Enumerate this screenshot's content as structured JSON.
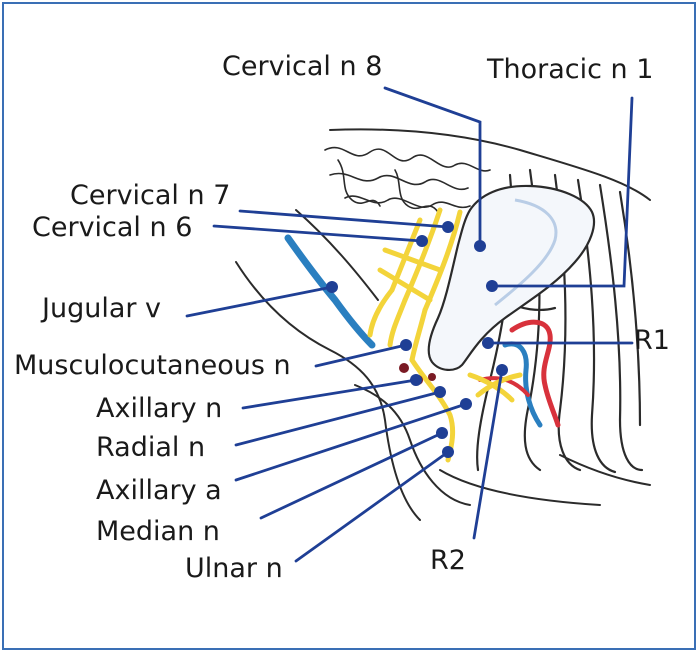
{
  "colors": {
    "frame": "#3a6fb5",
    "leader": "#1f3f95",
    "nerve": "#f3d43a",
    "vein": "#2a7fc0",
    "artery": "#d8323c",
    "outline": "#2b2b2b"
  },
  "labels": {
    "cervical_n8": "Cervical n 8",
    "thoracic_n1": "Thoracic n 1",
    "cervical_n7": "Cervical n 7",
    "cervical_n6": "Cervical n 6",
    "jugular_v": "Jugular v",
    "musculocutaneous_n": "Musculocutaneous n",
    "r1": "R1",
    "axillary_n": "Axillary n",
    "radial_n": "Radial n",
    "axillary_a": "Axillary a",
    "median_n": "Median n",
    "ulnar_n": "Ulnar n",
    "r2": "R2"
  }
}
